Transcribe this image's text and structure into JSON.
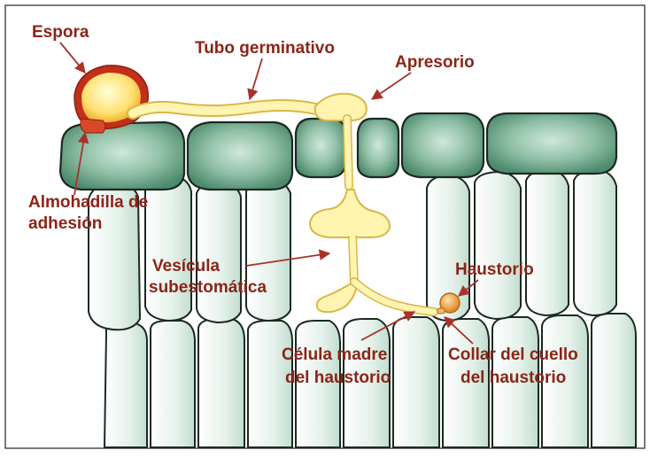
{
  "labels": {
    "spore": "Espora",
    "germ_tube": "Tubo germinativo",
    "appressorium": "Apresorio",
    "adhesion_pad_line1": "Almohadilla de",
    "adhesion_pad_line2": "adhesión",
    "vesicle_line1": "Vesícula",
    "vesicle_line2": "subestomática",
    "haustorium": "Haustorio",
    "mother_cell_line1": "Célula madre",
    "mother_cell_line2": "del haustorio",
    "collar_line1": "Collar del cuello",
    "collar_line2": "del haustorio"
  },
  "colors": {
    "label_text": "#8c2418",
    "arrow": "#a8322a",
    "epidermis_fill": "#5f9a7c",
    "mesophyll_fill": "#dfeee6",
    "cell_stroke": "#1a2a22",
    "fungus_fill": "#fff0a0",
    "fungus_stroke": "#d8b848",
    "spore_outer": "#c0301a",
    "haustorium_fill": "#e8a040"
  }
}
